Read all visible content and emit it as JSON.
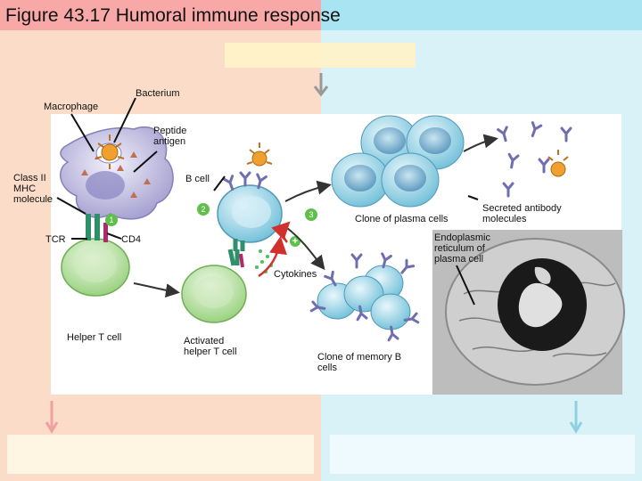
{
  "slide": {
    "title": "Figure 43.17 Humoral immune response"
  },
  "labels": {
    "bacterium": "Bacterium",
    "macrophage": "Macrophage",
    "peptide_antigen": "Peptide antigen",
    "class_ii_mhc": "Class II MHC molecule",
    "b_cell": "B cell",
    "tcr": "TCR",
    "cd4": "CD4",
    "helper_t_cell": "Helper T cell",
    "cytokines": "Cytokines",
    "activated_helper_t_cell": "Activated helper T cell",
    "clone_plasma_cells": "Clone of plasma cells",
    "secreted_antibody": "Secreted antibody molecules",
    "er_plasma_cell": "Endoplasmic reticulum of plasma cell",
    "clone_memory_b_cells": "Clone of memory B cells"
  },
  "steps": [
    "1",
    "2",
    "3"
  ],
  "plus_sign": "+",
  "colors": {
    "title_left": "#f9a8a8",
    "title_right": "#a9e4f2",
    "bg_left": "#fbdcc8",
    "bg_right": "#d9f2f7",
    "macrophage": "#b9b6dc",
    "cell_blue": "#9fd6e6",
    "cell_green": "#bfe3a8",
    "bacterium": "#f0a030",
    "step_badge": "#5fbf4a",
    "antibody": "#6f6fb0",
    "micrograph": "#bdbdbd"
  }
}
